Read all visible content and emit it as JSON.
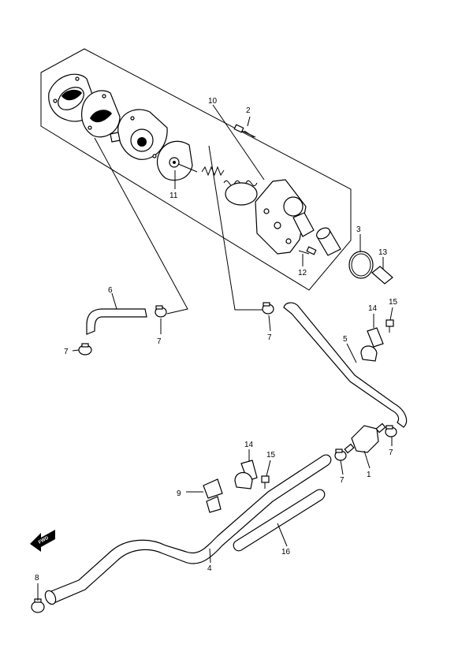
{
  "callouts": {
    "c10": "10",
    "c2": "2",
    "c11": "11",
    "c3": "3",
    "c13": "13",
    "c12": "12",
    "c6": "6",
    "c7a": "7",
    "c7b": "7",
    "c7c": "7",
    "c14a": "14",
    "c15a": "15",
    "c5": "5",
    "c7d": "7",
    "c7e": "7",
    "c1": "1",
    "c14b": "14",
    "c15b": "15",
    "c9": "9",
    "c16": "16",
    "c4": "4",
    "c8": "8"
  },
  "fwd_label": "FWD"
}
